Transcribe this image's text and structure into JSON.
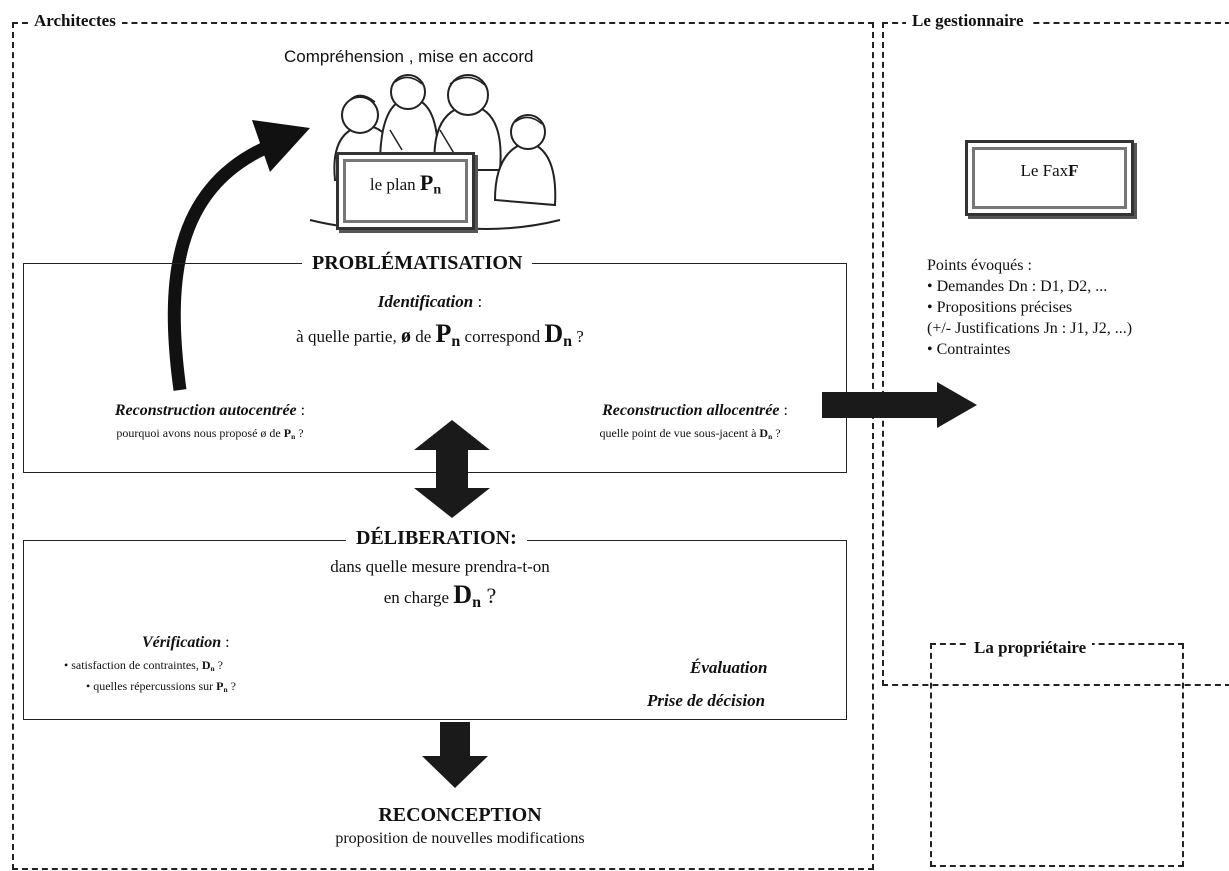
{
  "panels": {
    "architectes": "Architectes",
    "gestionnaire": "Le gestionnaire",
    "proprietaire": "La propriétaire"
  },
  "comprehension": "Compréhension , mise en accord",
  "plan": {
    "text": "le plan ",
    "symbol": "P",
    "index": "n"
  },
  "fax": {
    "prefix": "Le Fax",
    "bold": "F"
  },
  "problematisation": {
    "title": "PROBLÉMATISATION",
    "identification": "Identification",
    "colon": " :",
    "question_a": "à quelle partie, ",
    "phi": "ø",
    "question_b": " de ",
    "question_c": " correspond ",
    "question_d": " ?",
    "auto_title": "Reconstruction autocentrée",
    "auto_text": "pourquoi  avons nous proposé ø de ",
    "allo_title": "Reconstruction allocentrée",
    "allo_text": "quelle point de vue sous-jacent à "
  },
  "deliberation": {
    "title": "DÉLIBERATION:",
    "line1": "dans quelle mesure prendra-t-on",
    "line2": "en charge ",
    "verification": "Vérification",
    "item1": "• satisfaction de contraintes, ",
    "item2": "• quelles répercussions sur ",
    "evaluation": "Évaluation",
    "prise": "Prise de décision"
  },
  "reconception": {
    "title": "RECONCEPTION",
    "text": "proposition de nouvelles modifications"
  },
  "symbols": {
    "P": "P",
    "D": "D",
    "n": "n",
    "q": " ?"
  },
  "points": {
    "title": "Points évoqués :",
    "items": [
      "• Demandes Dn : D1, D2,  ...",
      "• Propositions précises",
      "(+/- Justifications Jn : J1, J2, ...)",
      "• Contraintes"
    ]
  }
}
